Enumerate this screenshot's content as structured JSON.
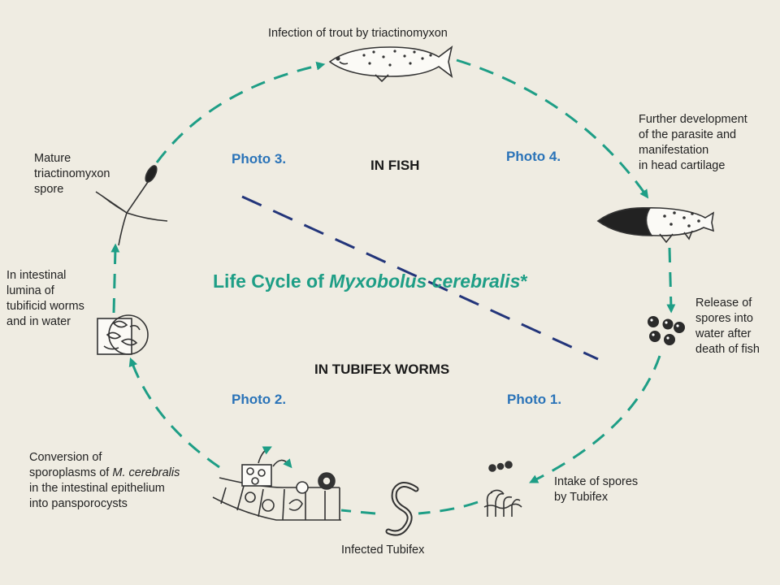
{
  "title": {
    "prefix": "Life Cycle of ",
    "species": "Myxobolus cerebralis",
    "suffix": "*"
  },
  "zones": {
    "fish": "IN FISH",
    "worms": "IN TUBIFEX WORMS"
  },
  "photos": {
    "photo1": "Photo 1.",
    "photo2": "Photo 2.",
    "photo3": "Photo 3.",
    "photo4": "Photo 4."
  },
  "stages": {
    "infection": {
      "lines": [
        "Infection of trout by triactinomyxon"
      ]
    },
    "development": {
      "lines": [
        "Further development",
        "of the parasite and",
        "manifestation",
        "in head cartilage"
      ]
    },
    "release": {
      "lines": [
        "Release of",
        "spores into",
        "water after",
        "death of fish"
      ]
    },
    "intake": {
      "lines": [
        "Intake of spores",
        "by Tubifex"
      ]
    },
    "infected": {
      "lines": [
        "Infected Tubifex"
      ]
    },
    "conversion": {
      "line1": "Conversion of",
      "line2_prefix": "sporoplasms of ",
      "line2_italic": "M. cerebralis",
      "line3": "in the intestinal epithelium",
      "line4": "into pansporocysts"
    },
    "lumina": {
      "lines": [
        "In intestinal",
        "lumina of",
        "tubificid worms",
        "and in water"
      ]
    },
    "mature": {
      "lines": [
        "Mature",
        "triactinomyxon",
        "spore"
      ]
    }
  },
  "colors": {
    "background": "#efece2",
    "cycle_arrow": "#1e9e86",
    "divider": "#23357a",
    "photo_label": "#2a73b8",
    "title": "#1e9e86"
  }
}
